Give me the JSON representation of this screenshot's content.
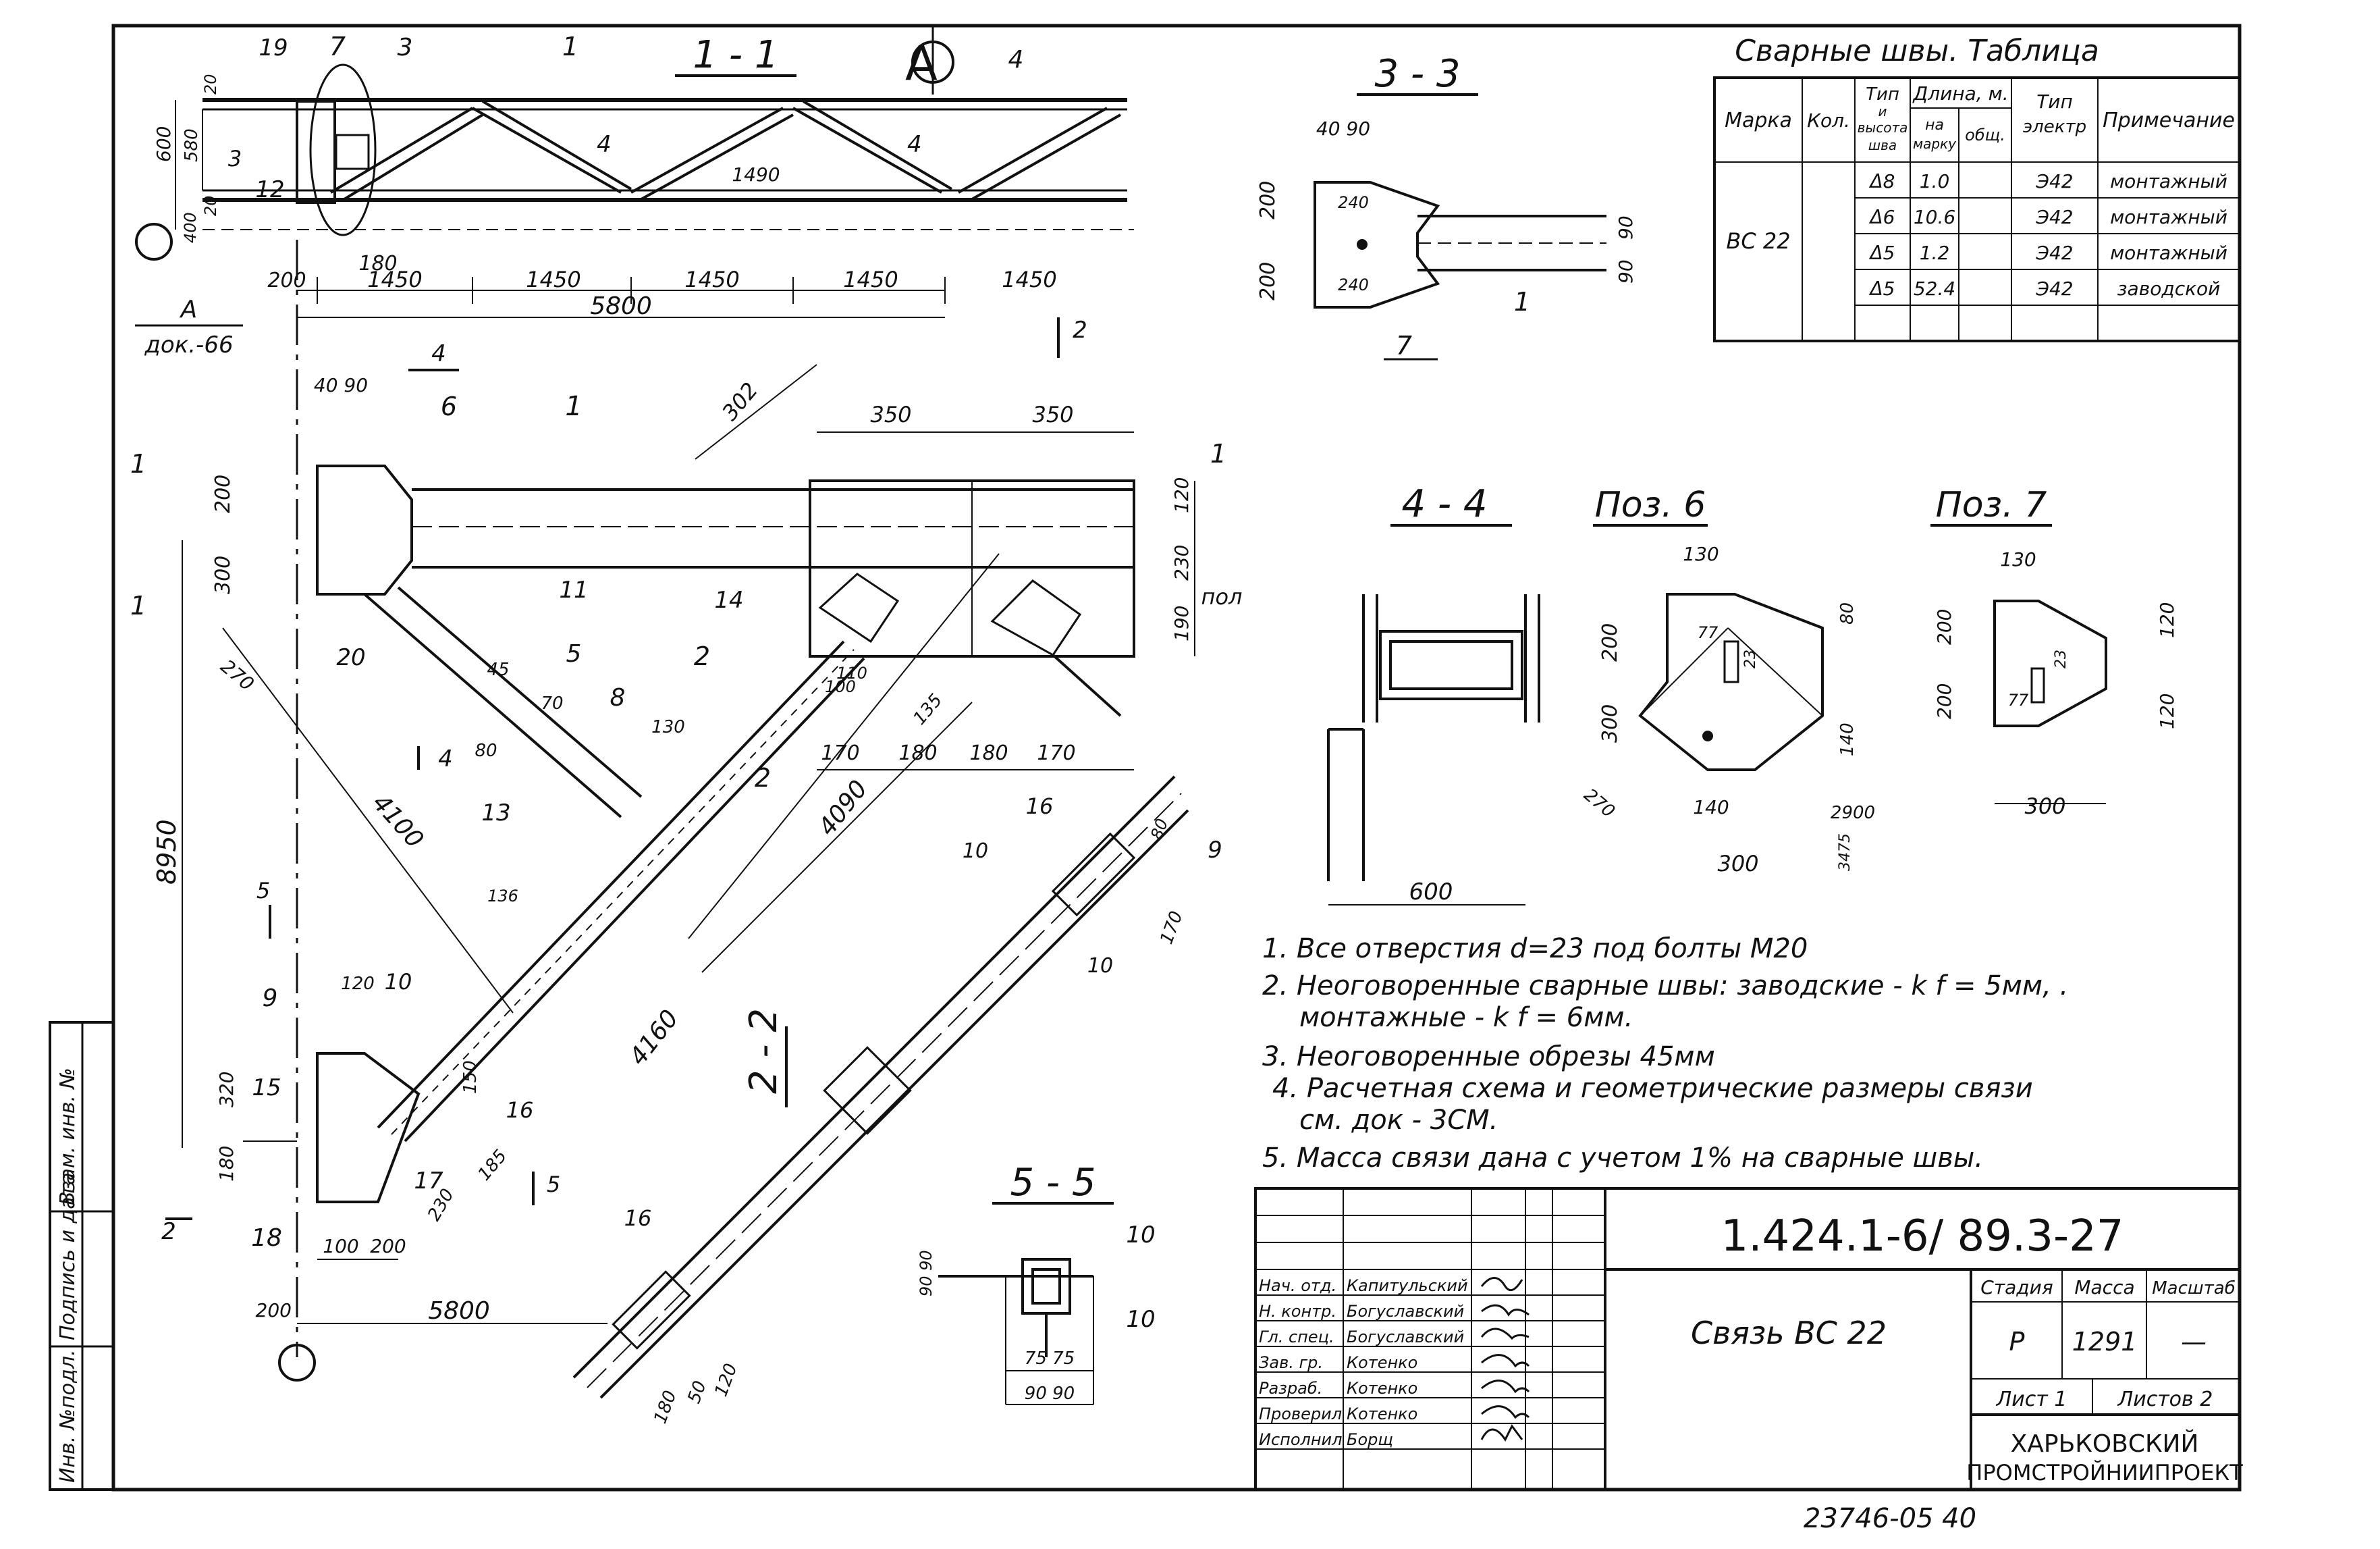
{
  "sections": {
    "s11": "1 - 1",
    "s22": "2 - 2",
    "s33": "3 - 3",
    "s44": "4 - 4",
    "s55": "5 - 5",
    "poz6": "Поз. 6",
    "poz7": "Поз. 7"
  },
  "weld_table": {
    "title": "Сварные швы. Таблица",
    "headers": {
      "mark": "Марка",
      "qty": "Кол.",
      "type_a": "Тип",
      "type_b": "и",
      "type_c": "высота",
      "type_d": "шва",
      "length": "Длина, м.",
      "len_mark_a": "на",
      "len_mark_b": "марку",
      "len_total": "общ.",
      "el_a": "Тип",
      "el_b": "электр",
      "note": "Примечание"
    },
    "mark": "ВС 22",
    "rows": [
      {
        "type": "Δ8",
        "len": "1.0",
        "el": "Э42",
        "note": "монтажный"
      },
      {
        "type": "Δ6",
        "len": "10.6",
        "el": "Э42",
        "note": "монтажный"
      },
      {
        "type": "Δ5",
        "len": "1.2",
        "el": "Э42",
        "note": "монтажный"
      },
      {
        "type": "Δ5",
        "len": "52.4",
        "el": "Э42",
        "note": "заводской"
      }
    ]
  },
  "notes": [
    "1. Все отверстия d=23 под болты М20",
    "2. Неоговоренные сварные швы: заводские - k f = 5мм, .",
    "монтажные - k f = 6мм.",
    "3. Неоговоренные обрезы 45мм",
    "4. Расчетная схема и геометрические размеры связи",
    "см. док - 3СМ.",
    "5. Масса связи дана с учетом 1% на сварные швы."
  ],
  "title_block": {
    "doc_number": "1.424.1-6/ 89.3-27",
    "title": "Связь ВС 22",
    "stage_label": "Стадия",
    "mass_label": "Масса",
    "scale_label": "Масштаб",
    "stage": "Р",
    "mass": "1291",
    "scale": "—",
    "sheet": "Лист 1",
    "sheets": "Листов 2",
    "org_line1": "ХАРЬКОВСКИЙ",
    "org_line2": "ПРОМСТРОЙНИИПРОЕКТ",
    "staff": [
      {
        "role": "Нач. отд.",
        "name": "Капитульский"
      },
      {
        "role": "Н. контр.",
        "name": "Богуславский"
      },
      {
        "role": "Гл. спец.",
        "name": "Богуславский"
      },
      {
        "role": "Зав. гр.",
        "name": "Котенко"
      },
      {
        "role": "Разраб.",
        "name": "Котенко"
      },
      {
        "role": "Проверил",
        "name": "Котенко"
      },
      {
        "role": "Исполнил",
        "name": "Борщ"
      }
    ]
  },
  "side_stamp": [
    "Инв. №подл.",
    "Подпись и дата",
    "Взам. инв. №"
  ],
  "inventory_number": "23746-05  40",
  "labels": {
    "ref_a": "А",
    "ref_doc": "док.-66",
    "axis_a": "А"
  },
  "dimensions": {
    "top_spans": [
      "1450",
      "1450",
      "1450",
      "1450",
      "1450"
    ],
    "top_offset": "200",
    "top_total": "5800",
    "top_height_600": "600",
    "top_height_580": "580",
    "top_20a": "20",
    "top_20b": "20",
    "top_400": "400",
    "top_180": "180",
    "top_1490": "1490",
    "plate_4090": "40 90",
    "plate_200": "200",
    "plate_300": "300",
    "plate_270": "270",
    "main_8950": "8950",
    "diag_4100": "4100",
    "diag_4090": "4090",
    "diag_4160": "4160",
    "w_302": "302",
    "w_350a": "350",
    "w_350b": "350",
    "w_170a": "170",
    "w_180a": "180",
    "w_180b": "180",
    "w_170b": "170",
    "w_120": "120",
    "w_230": "230",
    "w_190": "190",
    "w_135": "135",
    "w_110": "110",
    "w_100": "100",
    "w_45": "45",
    "w_80": "80",
    "w_70": "70",
    "w_130": "130",
    "w_136": "136",
    "b_320": "320",
    "b_180": "180",
    "b_100": "100",
    "b_200": "200",
    "b_5800": "5800",
    "b_200x": "200",
    "b_230": "230",
    "b_150": "150",
    "b_185": "185",
    "b_120": "120",
    "s33_4090": "40 90",
    "s33_200a": "200",
    "s33_200b": "200",
    "s33_90a": "90",
    "s33_90b": "90",
    "s33_240a": "240",
    "s33_240b": "240",
    "s44_600": "600",
    "p6_130": "130",
    "p6_200": "200",
    "p6_300": "300",
    "p6_80": "80",
    "p6_140a": "140",
    "p6_140b": "140",
    "p6_270": "270",
    "p6_2900": "2900",
    "p6_3475": "3475",
    "p6_77": "77",
    "p6_23": "23",
    "p7_130": "130",
    "p7_200a": "200",
    "p7_200b": "200",
    "p7_120a": "120",
    "p7_120b": "120",
    "p7_300": "300",
    "p7_77": "77",
    "p7_23": "23",
    "s55_9090": "90 90",
    "s55_7575": "75 75",
    "s22_180": "180",
    "s22_50": "50",
    "s22_120": "120",
    "s22_170": "170",
    "s22_80": "80"
  },
  "callouts": {
    "c1a": "1",
    "c1b": "1",
    "c1c": "1",
    "c2a": "2",
    "c2b": "2",
    "c3": "3",
    "c4a": "4",
    "c4b": "4",
    "c4c": "4",
    "c5": "5",
    "c6": "6",
    "c7a": "7",
    "c7b": "7",
    "c8": "8",
    "c9a": "9",
    "c9b": "9",
    "c10a": "10",
    "c10b": "10",
    "c10c": "10",
    "c10d": "10",
    "c10e": "10",
    "c11": "11",
    "c12": "12",
    "c13": "13",
    "c14": "14",
    "c15": "15",
    "c16a": "16",
    "c16b": "16",
    "c16c": "16",
    "c17": "17",
    "c18": "18",
    "c19": "19",
    "c20": "20"
  },
  "cut_marks": {
    "k1l": "1",
    "k1r": "1",
    "k1b": "1",
    "k2t": "2",
    "k2b": "2",
    "k3": "3",
    "k4t": "4",
    "k4b": "4",
    "k5t": "5",
    "k5b": "5",
    "pol": "пол"
  }
}
